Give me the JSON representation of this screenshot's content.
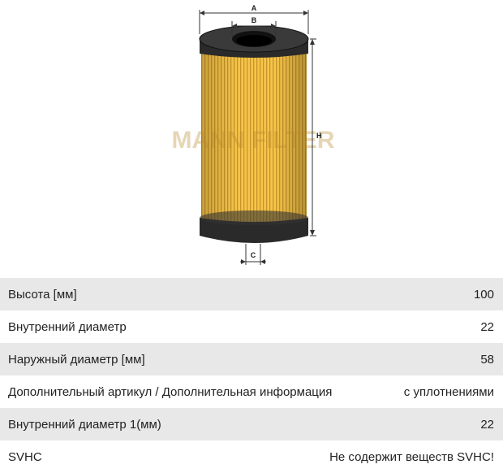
{
  "drawing": {
    "dimension_labels": {
      "a": "A",
      "b": "B",
      "c": "C",
      "h": "H"
    },
    "watermark": "MANN FILTER",
    "colors": {
      "paper": "#f5c54a",
      "pleat_dark": "#c8932a",
      "cap": "#2a2a2a",
      "dim_line": "#333333"
    }
  },
  "specs": [
    {
      "label": "Высота [мм]",
      "value": "100"
    },
    {
      "label": "Внутренний диаметр",
      "value": "22"
    },
    {
      "label": "Наружный диаметр [мм]",
      "value": "58"
    },
    {
      "label": "Дополнительный артикул / Дополнительная информация",
      "value": "с уплотнениями"
    },
    {
      "label": "Внутренний диаметр 1(мм)",
      "value": "22"
    },
    {
      "label": "SVHC",
      "value": "Не содержит веществ SVHC!"
    }
  ]
}
